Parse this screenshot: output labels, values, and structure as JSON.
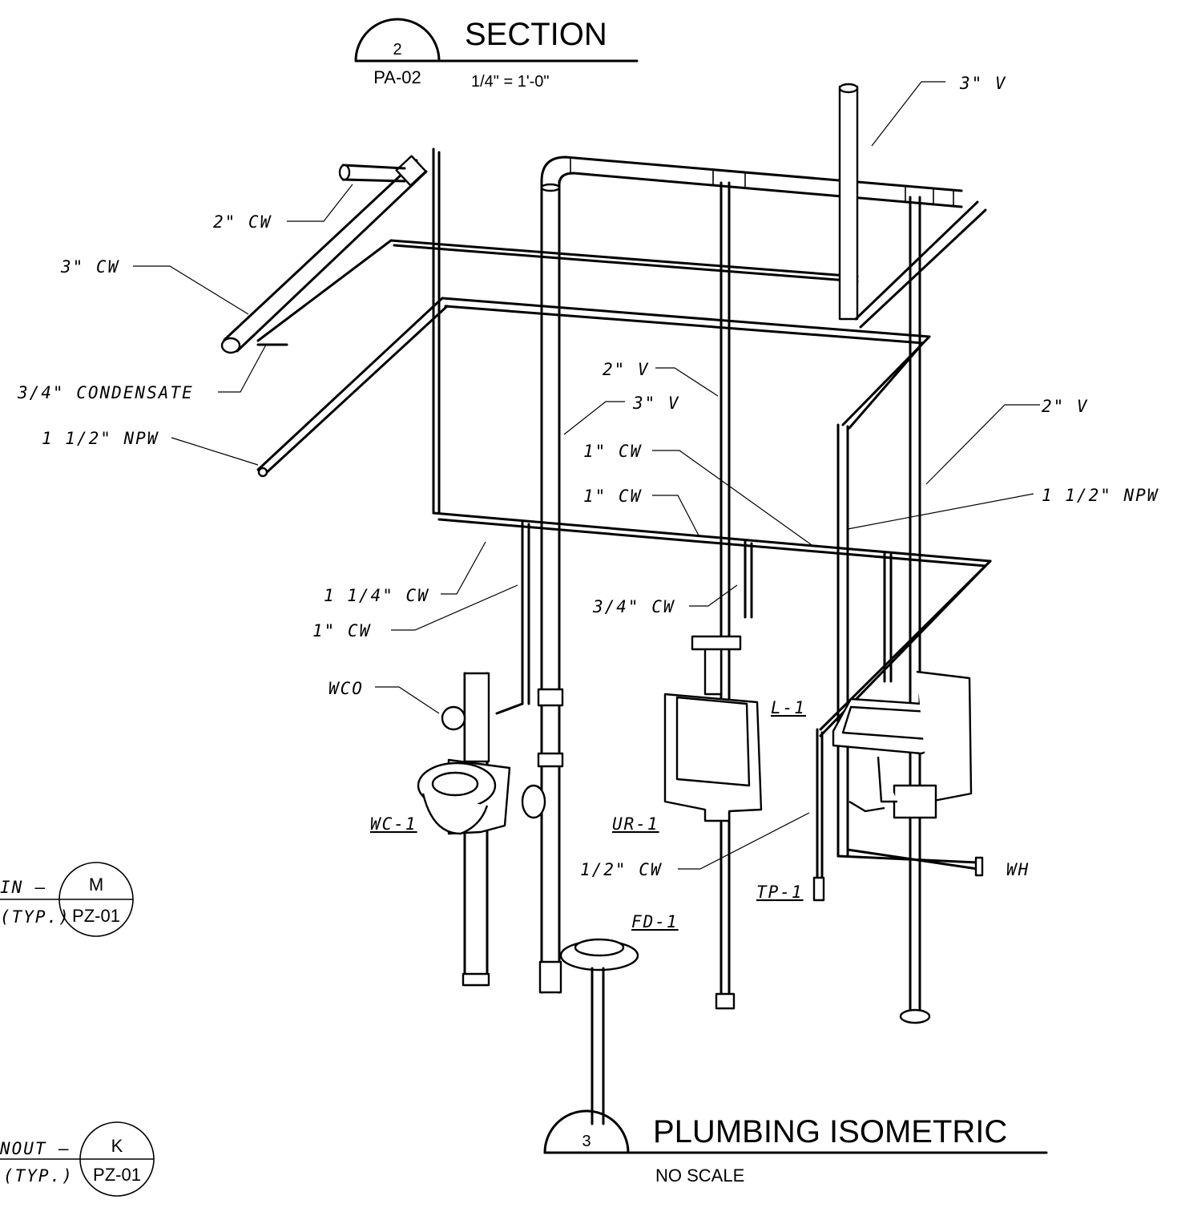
{
  "section_callout": {
    "number": "2",
    "sheet": "PA-02",
    "title": "SECTION",
    "scale": "1/4\" = 1'-0\""
  },
  "iso_callout": {
    "number": "3",
    "title": "PLUMBING ISOMETRIC",
    "scale": "NO SCALE"
  },
  "ref_m": {
    "letter": "M",
    "sheet": "PZ-01",
    "text1": "IN  –",
    "text2": "(TYP.)"
  },
  "ref_k": {
    "letter": "K",
    "sheet": "PZ-01",
    "text1": "NOUT –",
    "text2": "(TYP.)"
  },
  "labels": {
    "v3_top": "3\" V",
    "cw2": "2\" CW",
    "cw3": "3\" CW",
    "condensate": "3/4\" CONDENSATE",
    "npw_left": "1 1/2\" NPW",
    "v2_mid": "2\" V",
    "v3_mid": "3\" V",
    "cw1_a": "1\" CW",
    "cw1_b": "1\" CW",
    "v2_right": "2\" V",
    "npw_right": "1 1/2\" NPW",
    "cw114": "1 1/4\" CW",
    "cw1_c": "1\" CW",
    "cw34": "3/4\" CW",
    "wco": "WCO",
    "l1": "L-1",
    "wc1": "WC-1",
    "ur1": "UR-1",
    "cw12": "1/2\" CW",
    "wh": "WH",
    "tp1": "TP-1",
    "fd1": "FD-1"
  }
}
